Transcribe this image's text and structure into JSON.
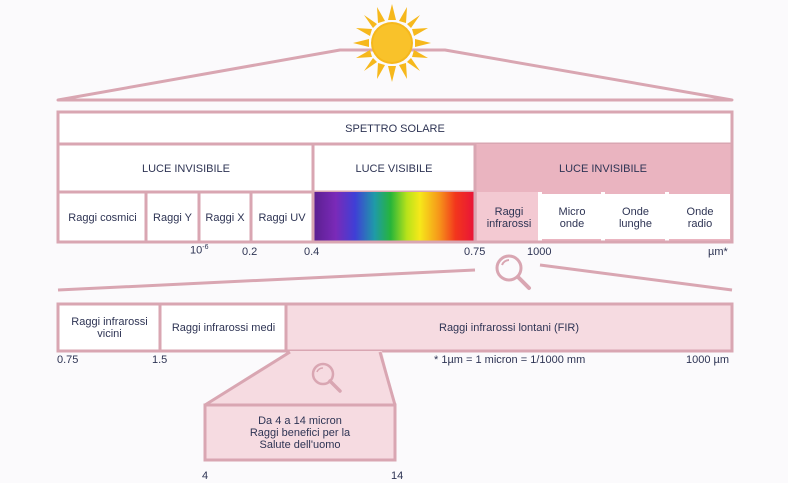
{
  "colors": {
    "border": "#d9a6b2",
    "pink_fill": "#eab4c0",
    "light_pink": "#f6dbe1",
    "text": "#2e3454",
    "sun": "#f6b81c"
  },
  "icons": {
    "sun": "sun-icon",
    "magnifier": "magnifier-icon"
  },
  "spectrum": {
    "title": "SPETTRO SOLARE",
    "sections": {
      "invisible_left": "LUCE INVISIBILE",
      "visible": "LUCE VISIBILE",
      "invisible_right": "LUCE INVISIBILE"
    },
    "bands": {
      "cosmic": "Raggi cosmici",
      "gamma": "Raggi Y",
      "x": "Raggi X",
      "uv": "Raggi UV",
      "infrared": "Raggi infrarossi",
      "micro": "Micro onde",
      "long": "Onde lunghe",
      "radio": "Onde radio"
    },
    "ticks": {
      "t1_base": "10",
      "t1_exp": "-6",
      "t2": "0.2",
      "t3": "0.4",
      "t4": "0.75",
      "t5": "1000",
      "unit": "µm*"
    }
  },
  "infrared": {
    "near": "Raggi infrarossi vicini",
    "medium": "Raggi infrarossi medi",
    "far": "Raggi infrarossi lontani (FIR)",
    "ticks": {
      "t1": "0.75",
      "t2": "1.5",
      "end": "1000 µm"
    },
    "footnote": "* 1µm = 1 micron = 1/1000 mm"
  },
  "benefit": {
    "line1": "Da 4 a 14 micron",
    "line2": "Raggi benefici per la",
    "line3": "Salute dell'uomo",
    "ticks": {
      "start": "4",
      "end": "14"
    }
  }
}
